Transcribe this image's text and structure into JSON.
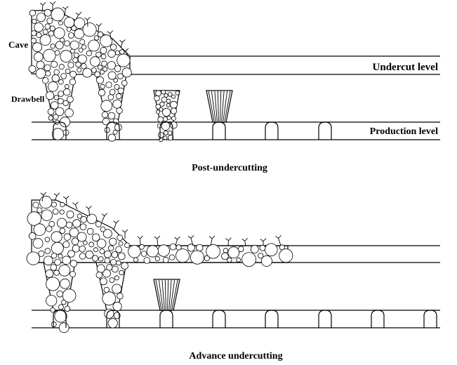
{
  "labels": {
    "cave": "Cave",
    "drawbell": "Drawbell",
    "undercut_level": "Undercut level",
    "production_level": "Production level",
    "caption_top": "Post-undercutting",
    "caption_bottom": "Advance undercutting"
  },
  "colors": {
    "ink": "#000000",
    "background": "#ffffff"
  }
}
